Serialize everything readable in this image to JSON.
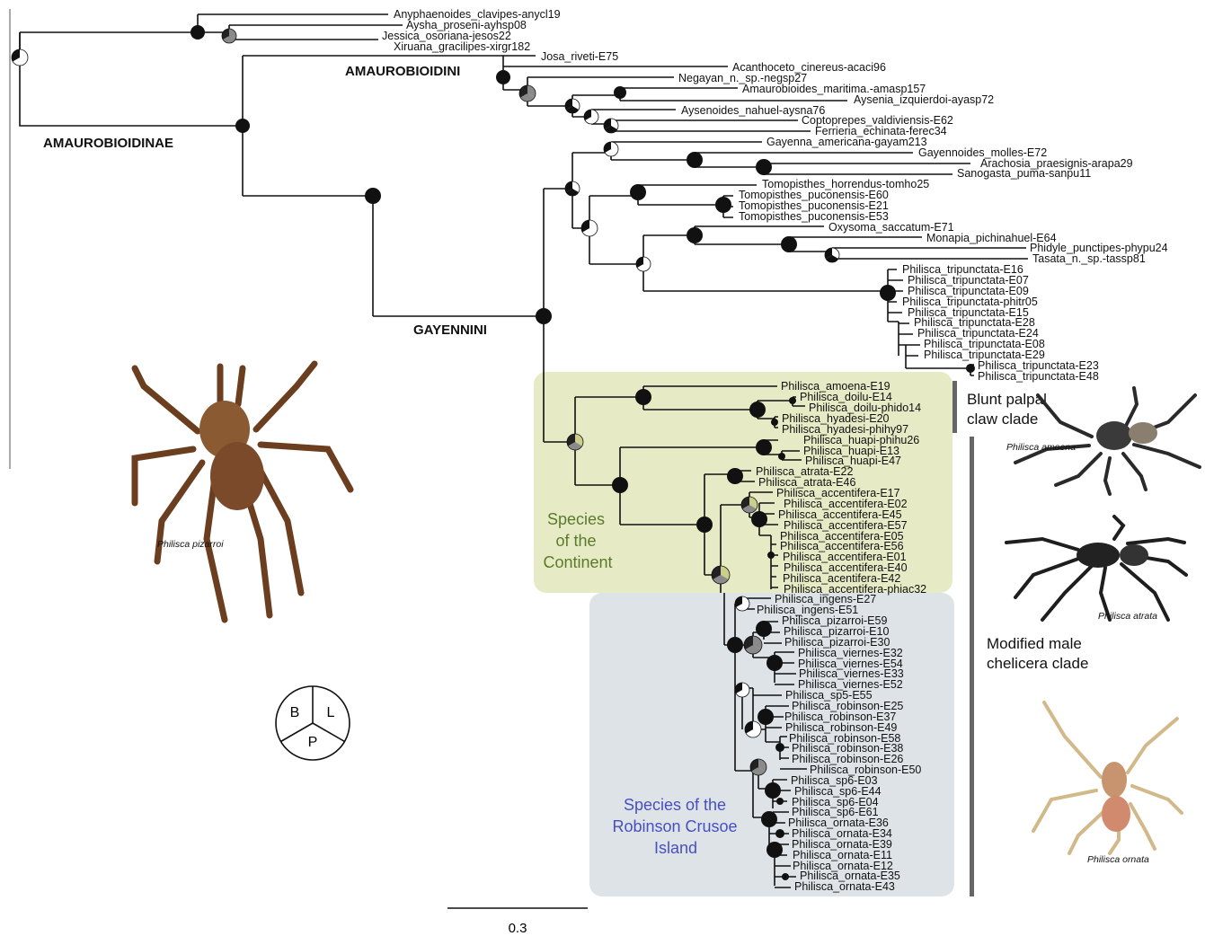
{
  "clade_labels": {
    "amaurobioidinae": "AMAUROBIOIDINAE",
    "amaurobioidini": "AMAUROBIOIDINI",
    "gayennini": "GAYENNINI"
  },
  "region_labels": {
    "continent": [
      "Species",
      "of the",
      "Continent"
    ],
    "robinson": [
      "Species of the",
      "Robinson Crusoe",
      "Island"
    ]
  },
  "side_labels": {
    "blunt": [
      "Blunt palpal",
      "claw clade"
    ],
    "modified": [
      "Modified male",
      "chelicera clade"
    ]
  },
  "photo_captions": {
    "pizarroi": "Philisca pizarroi",
    "amoena": "Philisca amoena",
    "atrata": "Philisca atrata",
    "ornata": "Philisca ornata"
  },
  "legend": {
    "b": "B",
    "l": "L",
    "p": "P"
  },
  "scale_bar": {
    "label": "0.3"
  },
  "colors": {
    "continent_box": "#e6ebc6",
    "robinson_box": "#dde3e6",
    "bar": "#666666",
    "node_black": "#111111",
    "node_gray": "#8a8a8a",
    "node_olive": "#c9cf8a"
  },
  "tips": {
    "t1": "Anyphaenoides_clavipes-anycl19",
    "t2": "Aysha_proseni-ayhsp08",
    "t3": "Jessica_osoriana-jesos22",
    "t4": "Xiruana_gracilipes-xirgr182",
    "t5": "Josa_riveti-E75",
    "t6": "Acanthoceto_cinereus-acaci96",
    "t7": "Negayan_n._sp.-negsp27",
    "t8": "Amaurobioides_maritima.-amasp157",
    "t9": "Aysenia_izquierdoi-ayasp72",
    "t10": "Aysenoides_nahuel-aysna76",
    "t11": "Coptoprepes_valdiviensis-E62",
    "t12": "Ferrieria_echinata-ferec34",
    "t13": "Gayenna_americana-gayam213",
    "t14": "Gayennoides_molles-E72",
    "t15": "Arachosia_praesignis-arapa29",
    "t16": "Sanogasta_puma-sanpu11",
    "t17": "Tomopisthes_horrendus-tomho25",
    "t18": "Tomopisthes_puconensis-E60",
    "t19": "Tomopisthes_puconensis-E21",
    "t20": "Tomopisthes_puconensis-E53",
    "t21": "Oxysoma_saccatum-E71",
    "t22": "Monapia_pichinahuel-E64",
    "t23": "Phidyle_punctipes-phypu24",
    "t24": "Tasata_n._sp.-tassp81",
    "t25": "Philisca_tripunctata-E16",
    "t26": "Philisca_tripunctata-E07",
    "t27": "Philisca_tripunctata-E09",
    "t28": "Philisca_tripunctata-phitr05",
    "t29": "Philisca_tripunctata-E15",
    "t30": "Philisca_tripunctata-E28",
    "t31": "Philisca_tripunctata-E24",
    "t32": "Philisca_tripunctata-E08",
    "t33": "Philisca_tripunctata-E29",
    "t34": "Philisca_tripunctata-E23",
    "t35": "Philisca_tripunctata-E48",
    "t36": "Philisca_amoena-E19",
    "t37": "Philisca_doilu-E14",
    "t38": "Philisca_doilu-phido14",
    "t39": "Philisca_hyadesi-E20",
    "t40": "Philisca_hyadesi-phihy97",
    "t41": "Philisca_huapi-phihu26",
    "t42": "Philisca_huapi-E13",
    "t43": "Philisca_huapi-E47",
    "t44": "Philisca_atrata-E22",
    "t45": "Philisca_atrata-E46",
    "t46": "Philisca_accentifera-E17",
    "t47": "Philisca_accentifera-E02",
    "t48": "Philisca_accentifera-E45",
    "t49": "Philisca_accentifera-E57",
    "t50": "Philisca_accentifera-E05",
    "t51": "Philisca_accentifera-E56",
    "t52": "Philisca_accentifera-E01",
    "t53": "Philisca_accentifera-E40",
    "t54": "Philisca_acentifera-E42",
    "t55": "Philisca_accentifera-phiac32",
    "t56": "Philisca_ingens-E27",
    "t57": "Philisca_ingens-E51",
    "t58": "Philisca_pizarroi-E59",
    "t59": "Philisca_pizarroi-E10",
    "t60": "Philisca_pizarroi-E30",
    "t61": "Philisca_viernes-E32",
    "t62": "Philisca_viernes-E54",
    "t63": "Philisca_viernes-E33",
    "t64": "Philisca_viernes-E52",
    "t65": "Philisca_sp5-E55",
    "t66": "Philisca_robinson-E25",
    "t67": "Philisca_robinson-E37",
    "t68": "Philisca_robinson-E49",
    "t69": "Philisca_robinson-E58",
    "t70": "Philisca_robinson-E38",
    "t71": "Philisca_robinson-E26",
    "t72": "Philisca_robinson-E50",
    "t73": "Philisca_sp6-E03",
    "t74": "Philisca_sp6-E44",
    "t75": "Philisca_sp6-E04",
    "t76": "Philisca_sp6-E61",
    "t77": "Philisca_ornata-E36",
    "t78": "Philisca_ornata-E34",
    "t79": "Philisca_ornata-E39",
    "t80": "Philisca_ornata-E11",
    "t81": "Philisca_ornata-E12",
    "t82": "Philisca_ornata-E35",
    "t83": "Philisca_ornata-E43"
  }
}
